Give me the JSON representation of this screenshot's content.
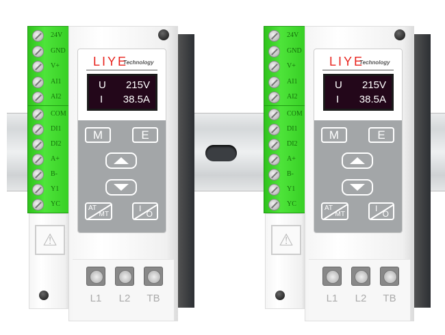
{
  "colors": {
    "terminal_green": "#3fd82c",
    "brand_red": "#e8221c",
    "screen_bg": "#23071a",
    "keypad_grey": "#a3a6a8"
  },
  "devices": [
    {
      "brand": "LIYE",
      "brand_sub": "Technology",
      "display": {
        "row1_label": "U",
        "row1_value": "215V",
        "row2_label": "I",
        "row2_value": "38.5A"
      },
      "terminals_top": [
        "24V",
        "GND",
        "V+",
        "AI1",
        "AI2"
      ],
      "terminals_bottom": [
        "COM",
        "DI1",
        "DI2",
        "A+",
        "B-",
        "Y1",
        "YC"
      ],
      "buttons": {
        "menu": "M",
        "enter": "E",
        "up_icon": "triangle-up",
        "down_icon": "triangle-down",
        "at_mt_top": "AT",
        "at_mt_bottom": "MT",
        "io_top": "I",
        "io_bottom": "O"
      },
      "power_terminals": [
        "L1",
        "L2",
        "TB"
      ]
    },
    {
      "brand": "LIYE",
      "brand_sub": "Technology",
      "display": {
        "row1_label": "U",
        "row1_value": "215V",
        "row2_label": "I",
        "row2_value": "38.5A"
      },
      "terminals_top": [
        "24V",
        "GND",
        "V+",
        "AI1",
        "AI2"
      ],
      "terminals_bottom": [
        "COM",
        "DI1",
        "DI2",
        "A+",
        "B-",
        "Y1",
        "YC"
      ],
      "buttons": {
        "menu": "M",
        "enter": "E",
        "up_icon": "triangle-up",
        "down_icon": "triangle-down",
        "at_mt_top": "AT",
        "at_mt_bottom": "MT",
        "io_top": "I",
        "io_bottom": "O"
      },
      "power_terminals": [
        "L1",
        "L2",
        "TB"
      ]
    }
  ]
}
